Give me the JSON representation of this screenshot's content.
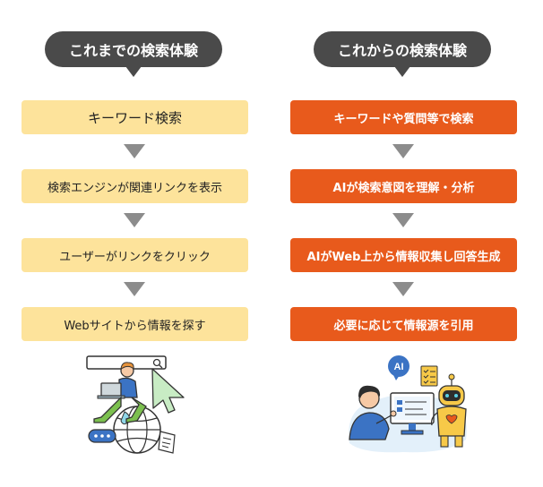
{
  "left": {
    "title": "これまでの検索体験",
    "steps": [
      "キーワード検索",
      "検索エンジンが関連リンクを表示",
      "ユーザーがリンクをクリック",
      "Webサイトから情報を探す"
    ]
  },
  "right": {
    "title": "これからの検索体験",
    "steps": [
      "キーワードや質問等で検索",
      "AIが検索意図を理解・分析",
      "AIがWeb上から情報収集し回答生成",
      "必要に応じて情報源を引用"
    ],
    "ai_badge": "AI"
  },
  "colors": {
    "bubble": "#4a4a4a",
    "left_step": "#fde39b",
    "right_step": "#e85a1c",
    "arrow": "#8c8c8c"
  },
  "icons": {
    "left_illustration": "person-searching-web-icon",
    "right_illustration": "person-with-ai-robot-icon"
  }
}
